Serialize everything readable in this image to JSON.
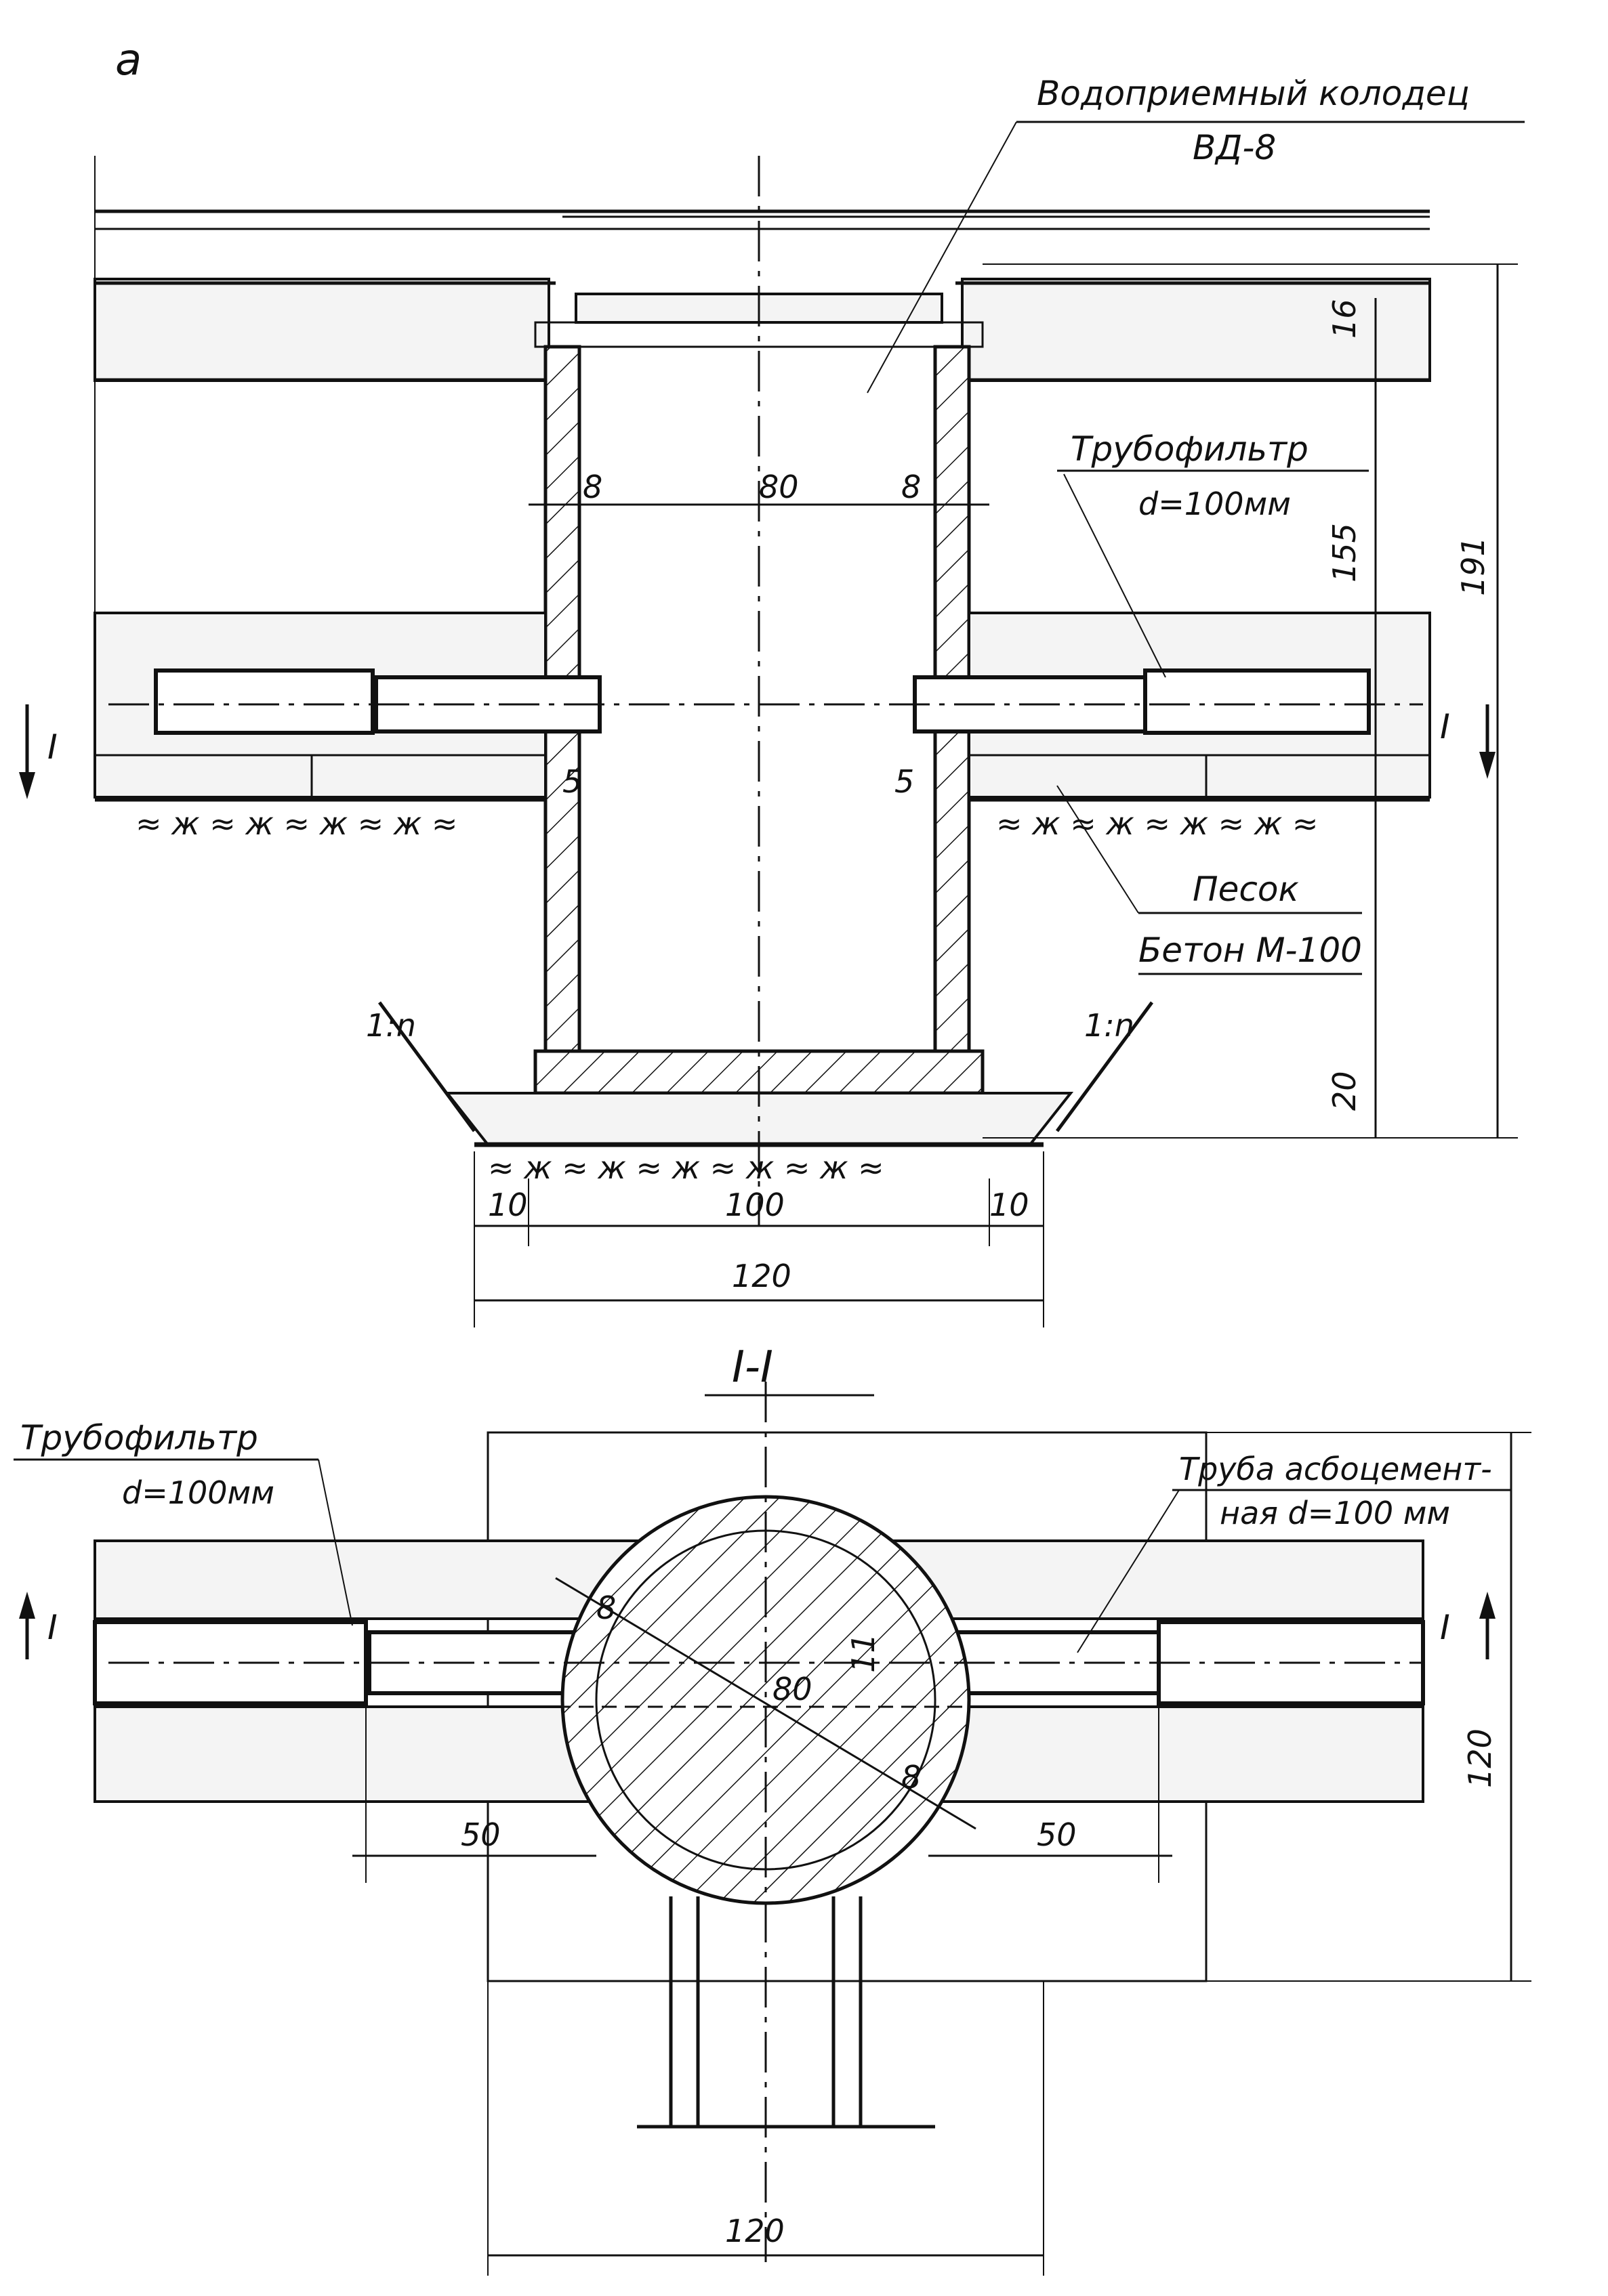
{
  "figure_label": "а",
  "section_title": "I-I",
  "labels": {
    "well_name": "Водоприемный колодец",
    "well_type": "ВД-8",
    "pipe_filter_top": "Трубофильтр",
    "pipe_filter_top_d": "d=100мм",
    "sand": "Песок",
    "concrete": "Бетон М-100",
    "pipe_filter_plan": "Трубофильтр",
    "pipe_filter_plan_d": "d=100мм",
    "asbestos_pipe_1": "Труба асбоцемент-",
    "asbestos_pipe_2": "ная d=100 мм",
    "slope_left": "1:n",
    "slope_right": "1:n",
    "section_mark": "I"
  },
  "dimensions": {
    "wall_left": "8",
    "inner": "80",
    "wall_right": "8",
    "top_slab": "16",
    "height_upper": "155",
    "height_total": "191",
    "base": "20",
    "pipe_offset_left": "5",
    "pipe_offset_right": "5",
    "base_edge_left": "10",
    "base_inner": "100",
    "base_edge_right": "10",
    "base_total": "120",
    "plan_wall_a": "8",
    "plan_diameter": "80",
    "plan_wall_b": "8",
    "plan_pipe_gap": "11",
    "plan_left": "50",
    "plan_right": "50",
    "plan_height": "120",
    "plan_width": "120"
  }
}
